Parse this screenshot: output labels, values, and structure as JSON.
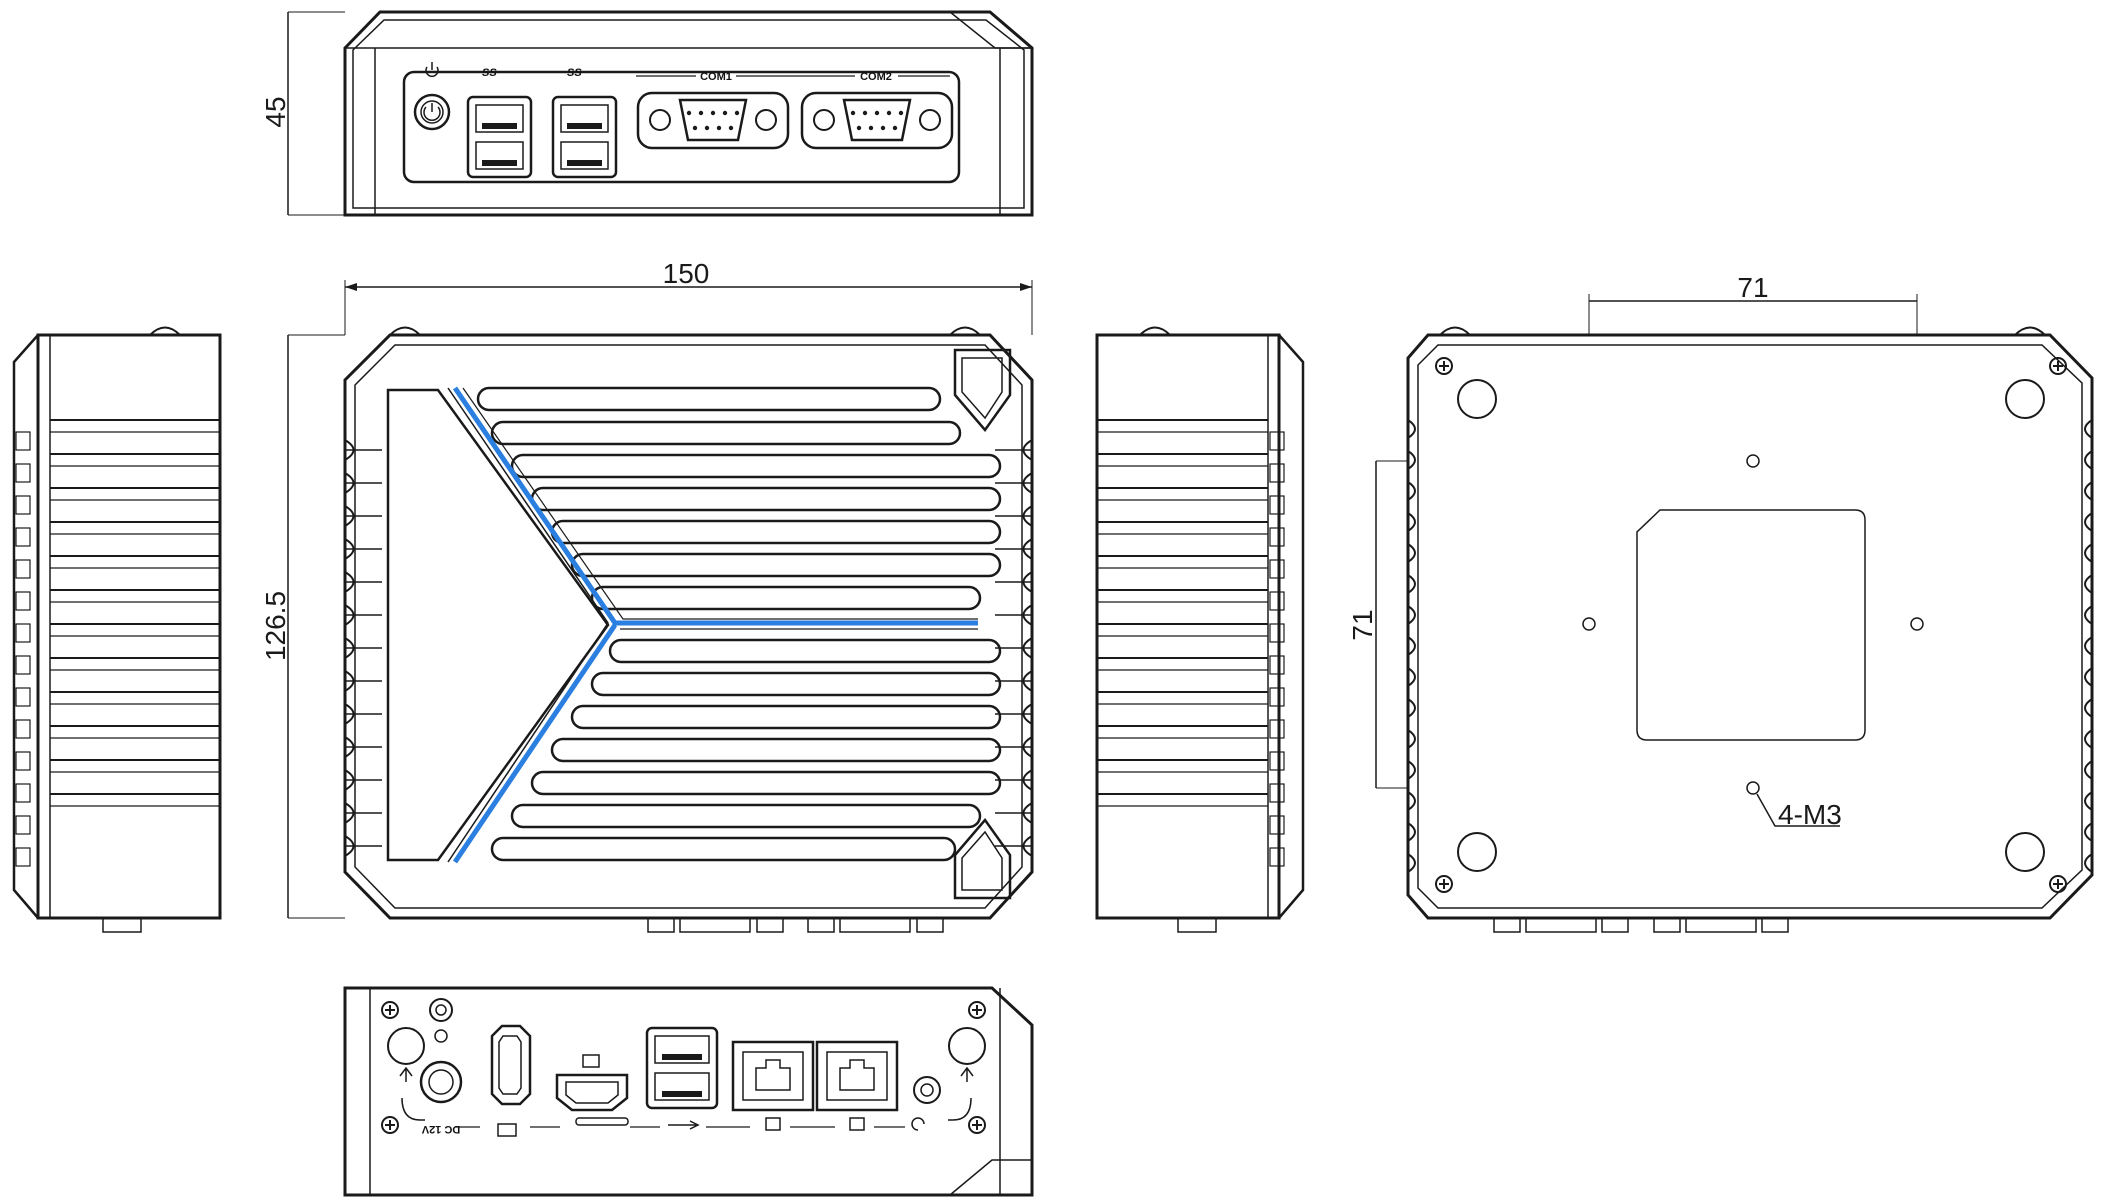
{
  "dimensions": {
    "height": "45",
    "width": "150",
    "depth": "126.5",
    "mount_spacing_horizontal": "71",
    "mount_spacing_vertical": "71",
    "mount_screws": "4-M3"
  },
  "front_panel": {
    "usb_group_1": "SS",
    "usb_group_2": "SS",
    "com1": "COM1",
    "com2": "COM2"
  },
  "rear_panel": {
    "dc_label": "DC 12V"
  },
  "colors": {
    "outline": "#1a1a1a",
    "accent_light": "#2a7fe0",
    "background": "#ffffff"
  }
}
